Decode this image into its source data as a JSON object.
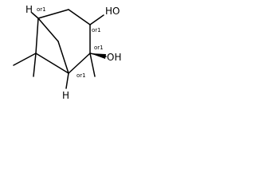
{
  "molecule": {
    "atom_labels": {
      "h_top": "H",
      "h_bottom": "H",
      "oh_top": "HO",
      "oh_right": "OH"
    },
    "stereo_labels": {
      "c_top_left": "or1",
      "c_top_right": "or1",
      "c_mid_right": "or1",
      "c_bottom": "or1"
    }
  }
}
